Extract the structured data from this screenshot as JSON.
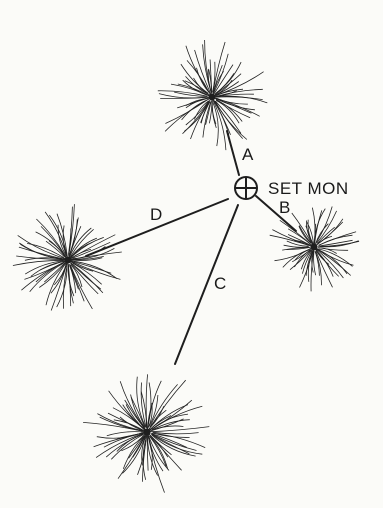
{
  "monument": {
    "label": "SET MON",
    "symbol": "circle-cross-icon"
  },
  "lines": [
    {
      "label": "A"
    },
    {
      "label": "B"
    },
    {
      "label": "C"
    },
    {
      "label": "D"
    }
  ],
  "trees": [
    {
      "name": "tree-top"
    },
    {
      "name": "tree-right"
    },
    {
      "name": "tree-bottom"
    },
    {
      "name": "tree-left"
    }
  ],
  "colors": {
    "ink": "#1e1e1e",
    "paper": "#fbfbf8"
  }
}
